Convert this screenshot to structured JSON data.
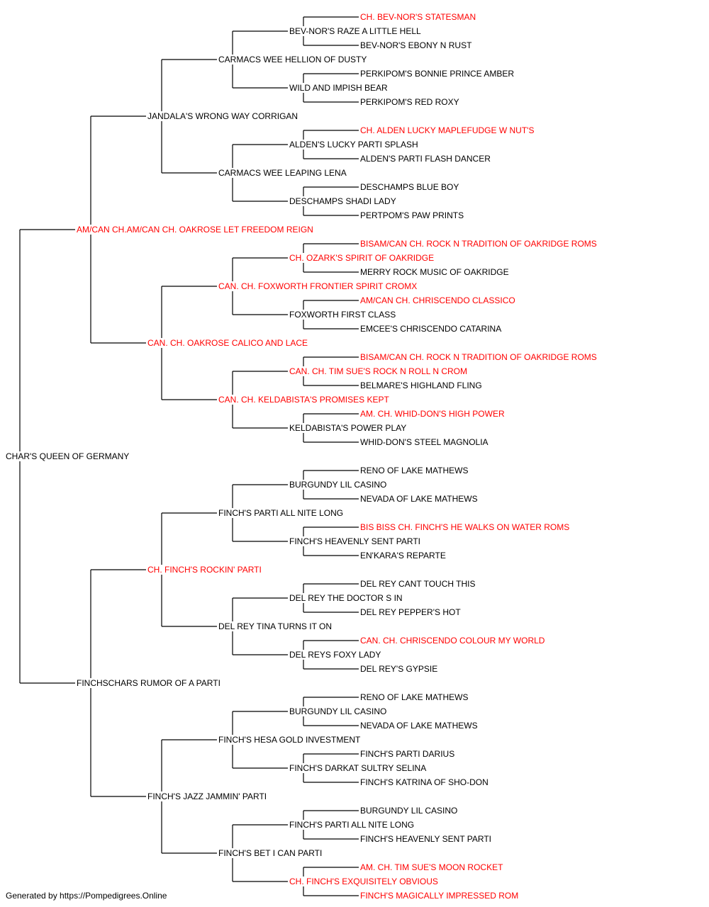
{
  "tree": {
    "name": "CHAR'S QUEEN OF GERMANY",
    "ch": false,
    "sire": {
      "name": "AM/CAN CH.AM/CAN CH. OAKROSE LET FREEDOM REIGN",
      "ch": true,
      "sire": {
        "name": "JANDALA'S WRONG WAY CORRIGAN",
        "ch": false,
        "sire": {
          "name": "CARMACS WEE HELLION OF DUSTY",
          "ch": false,
          "sire": {
            "name": "BEV-NOR'S RAZE A LITTLE HELL",
            "ch": false,
            "sire": {
              "name": "CH. BEV-NOR'S STATESMAN",
              "ch": true
            },
            "dam": {
              "name": "BEV-NOR'S EBONY N RUST",
              "ch": false
            }
          },
          "dam": {
            "name": "WILD AND IMPISH BEAR",
            "ch": false,
            "sire": {
              "name": "PERKIPOM'S BONNIE PRINCE AMBER",
              "ch": false
            },
            "dam": {
              "name": "PERKIPOM'S RED ROXY",
              "ch": false
            }
          }
        },
        "dam": {
          "name": "CARMACS WEE LEAPING LENA",
          "ch": false,
          "sire": {
            "name": "ALDEN'S LUCKY PARTI SPLASH",
            "ch": false,
            "sire": {
              "name": "CH. ALDEN LUCKY MAPLEFUDGE W NUT'S",
              "ch": true
            },
            "dam": {
              "name": "ALDEN'S PARTI FLASH DANCER",
              "ch": false
            }
          },
          "dam": {
            "name": "DESCHAMPS SHADI LADY",
            "ch": false,
            "sire": {
              "name": "DESCHAMPS BLUE BOY",
              "ch": false
            },
            "dam": {
              "name": "PERTPOM'S PAW PRINTS",
              "ch": false
            }
          }
        }
      },
      "dam": {
        "name": "CAN. CH. OAKROSE CALICO AND LACE",
        "ch": true,
        "sire": {
          "name": "CAN. CH. FOXWORTH FRONTIER SPIRIT CROMX",
          "ch": true,
          "sire": {
            "name": "CH. OZARK'S SPIRIT OF OAKRIDGE",
            "ch": true,
            "sire": {
              "name": "BISAM/CAN CH. ROCK N TRADITION OF OAKRIDGE ROMS",
              "ch": true
            },
            "dam": {
              "name": "MERRY ROCK MUSIC OF OAKRIDGE",
              "ch": false
            }
          },
          "dam": {
            "name": "FOXWORTH FIRST CLASS",
            "ch": false,
            "sire": {
              "name": "AM/CAN CH. CHRISCENDO CLASSICO",
              "ch": true
            },
            "dam": {
              "name": "EMCEE'S CHRISCENDO CATARINA",
              "ch": false
            }
          }
        },
        "dam": {
          "name": "CAN. CH. KELDABISTA'S PROMISES KEPT",
          "ch": true,
          "sire": {
            "name": "CAN. CH. TIM SUE'S ROCK N ROLL N CROM",
            "ch": true,
            "sire": {
              "name": "BISAM/CAN CH. ROCK N TRADITION OF OAKRIDGE ROMS",
              "ch": true
            },
            "dam": {
              "name": "BELMARE'S HIGHLAND FLING",
              "ch": false
            }
          },
          "dam": {
            "name": "KELDABISTA'S POWER PLAY",
            "ch": false,
            "sire": {
              "name": "AM. CH. WHID-DON'S HIGH POWER",
              "ch": true
            },
            "dam": {
              "name": "WHID-DON'S STEEL MAGNOLIA",
              "ch": false
            }
          }
        }
      }
    },
    "dam": {
      "name": "FINCHSCHARS RUMOR OF A PARTI",
      "ch": false,
      "sire": {
        "name": "CH. FINCH'S ROCKIN' PARTI",
        "ch": true,
        "sire": {
          "name": "FINCH'S PARTI ALL NITE LONG",
          "ch": false,
          "sire": {
            "name": "BURGUNDY LIL CASINO",
            "ch": false,
            "sire": {
              "name": "RENO OF LAKE MATHEWS",
              "ch": false
            },
            "dam": {
              "name": "NEVADA OF LAKE MATHEWS",
              "ch": false
            }
          },
          "dam": {
            "name": "FINCH'S HEAVENLY SENT PARTI",
            "ch": false,
            "sire": {
              "name": "BIS BISS CH. FINCH'S HE WALKS ON WATER ROMS",
              "ch": true
            },
            "dam": {
              "name": "EN'KARA'S REPARTE",
              "ch": false
            }
          }
        },
        "dam": {
          "name": "DEL REY TINA TURNS IT ON",
          "ch": false,
          "sire": {
            "name": "DEL REY THE DOCTOR S IN",
            "ch": false,
            "sire": {
              "name": "DEL REY CANT TOUCH THIS",
              "ch": false
            },
            "dam": {
              "name": "DEL REY PEPPER'S HOT",
              "ch": false
            }
          },
          "dam": {
            "name": "DEL REYS FOXY LADY",
            "ch": false,
            "sire": {
              "name": "CAN. CH. CHRISCENDO COLOUR MY WORLD",
              "ch": true
            },
            "dam": {
              "name": "DEL REY'S GYPSIE",
              "ch": false
            }
          }
        }
      },
      "dam": {
        "name": "FINCH'S JAZZ JAMMIN' PARTI",
        "ch": false,
        "sire": {
          "name": "FINCH'S HESA GOLD INVESTMENT",
          "ch": false,
          "sire": {
            "name": "BURGUNDY LIL CASINO",
            "ch": false,
            "sire": {
              "name": "RENO OF LAKE MATHEWS",
              "ch": false
            },
            "dam": {
              "name": "NEVADA OF LAKE MATHEWS",
              "ch": false
            }
          },
          "dam": {
            "name": "FINCH'S DARKAT SULTRY SELINA",
            "ch": false,
            "sire": {
              "name": "FINCH'S PARTI DARIUS",
              "ch": false
            },
            "dam": {
              "name": "FINCH'S KATRINA OF SHO-DON",
              "ch": false
            }
          }
        },
        "dam": {
          "name": "FINCH'S BET I CAN PARTI",
          "ch": false,
          "sire": {
            "name": "FINCH'S PARTI ALL NITE LONG",
            "ch": false,
            "sire": {
              "name": "BURGUNDY LIL CASINO",
              "ch": false
            },
            "dam": {
              "name": "FINCH'S HEAVENLY SENT PARTI",
              "ch": false
            }
          },
          "dam": {
            "name": "CH. FINCH'S EXQUISITELY OBVIOUS",
            "ch": true,
            "sire": {
              "name": "AM. CH. TIM SUE'S MOON ROCKET",
              "ch": true
            },
            "dam": {
              "name": "FINCH'S MAGICALLY IMPRESSED ROM",
              "ch": true
            }
          }
        }
      }
    }
  },
  "colors": {
    "champion": "#ff0000",
    "normal": "#000000",
    "line": "#000000"
  },
  "footer": "Generated by https://Pompedigrees.Online"
}
